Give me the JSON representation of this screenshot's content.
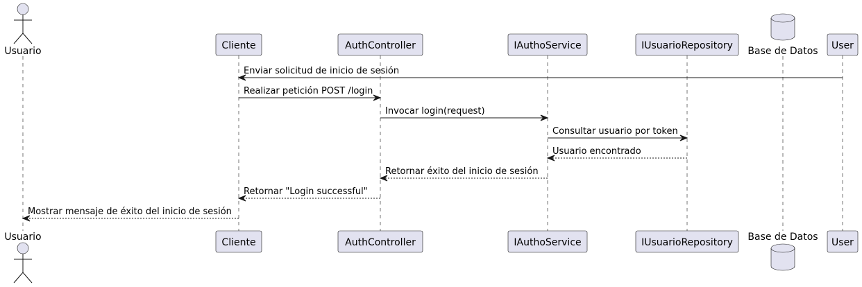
{
  "participants": [
    {
      "id": "usuario",
      "label": "Usuario",
      "kind": "actor"
    },
    {
      "id": "cliente",
      "label": "Cliente",
      "kind": "participant"
    },
    {
      "id": "authcontroller",
      "label": "AuthController",
      "kind": "participant"
    },
    {
      "id": "iauthoservice",
      "label": "IAuthoService",
      "kind": "participant"
    },
    {
      "id": "iusuariorepository",
      "label": "IUsuarioRepository",
      "kind": "participant"
    },
    {
      "id": "basededatos",
      "label": "Base de Datos",
      "kind": "database"
    },
    {
      "id": "user",
      "label": "User",
      "kind": "participant"
    }
  ],
  "messages": [
    {
      "from": "user",
      "to": "cliente",
      "label": "Enviar solicitud de inicio de sesión",
      "style": "solid"
    },
    {
      "from": "cliente",
      "to": "authcontroller",
      "label": "Realizar petición POST /login",
      "style": "solid"
    },
    {
      "from": "authcontroller",
      "to": "iauthoservice",
      "label": "Invocar login(request)",
      "style": "solid"
    },
    {
      "from": "iauthoservice",
      "to": "iusuariorepository",
      "label": "Consultar usuario por token",
      "style": "solid"
    },
    {
      "from": "iusuariorepository",
      "to": "iauthoservice",
      "label": "Usuario encontrado",
      "style": "dashed"
    },
    {
      "from": "iauthoservice",
      "to": "authcontroller",
      "label": "Retornar éxito del inicio de sesión",
      "style": "dashed"
    },
    {
      "from": "authcontroller",
      "to": "cliente",
      "label": "Retornar \"Login successful\"",
      "style": "dashed"
    },
    {
      "from": "cliente",
      "to": "usuario",
      "label": "Mostrar mensaje de éxito del inicio de sesión",
      "style": "dashed"
    }
  ]
}
